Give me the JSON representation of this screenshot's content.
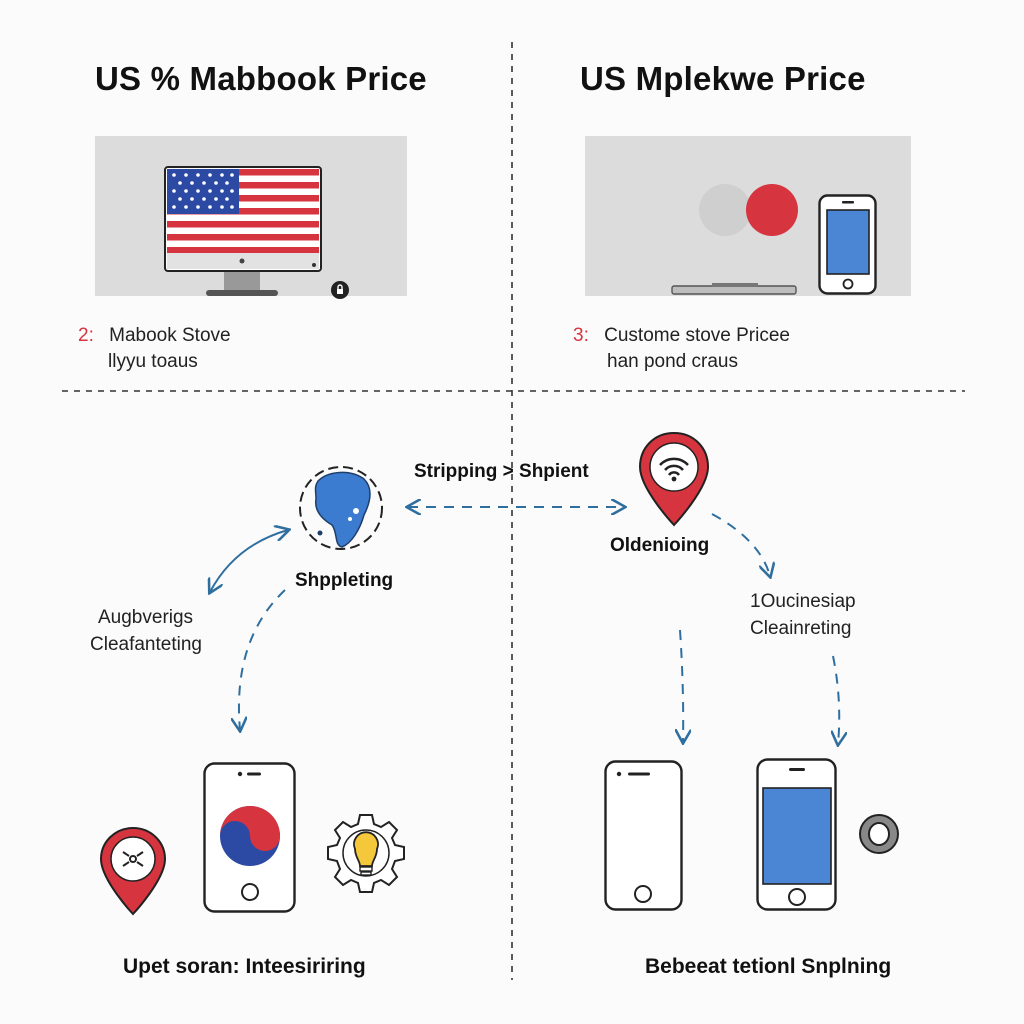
{
  "left": {
    "title": "US % Mabbook Price",
    "note_num": "2:",
    "note_line1": "Mabook Stove",
    "note_line2": "llyyu toaus"
  },
  "right": {
    "title": "US Mplekwe Price",
    "note_num": "3:",
    "note_line1": "Custome stove Pricee",
    "note_line2": "han pond craus"
  },
  "flow": {
    "top_label": "Stripping > Shpient",
    "globe_label": "Shppleting",
    "pin_label": "Oldenioing",
    "left_label_1": "Augbverigs",
    "left_label_2": "Cleafanteting",
    "right_label_1": "1Oucinesiap",
    "right_label_2": "Cleainreting"
  },
  "captions": {
    "left": "Upet soran: Inteesiriring",
    "right": "Bebeeat tetionl Snplning"
  },
  "icons": {
    "monitor": "us-flag-monitor-icon",
    "circles": "circle-pair-icon",
    "phone_top": "smartphone-icon",
    "globe": "globe-icon",
    "pin_wifi": "location-pin-wifi-icon",
    "pin_left": "location-pin-icon",
    "phone_korea": "korea-flag-phone-icon",
    "gear_bulb": "gear-lightbulb-icon",
    "phone_blank": "blank-phone-icon",
    "phone_blue": "blue-screen-phone-icon",
    "ring": "ring-icon"
  },
  "colors": {
    "accent_red": "#d6343f",
    "accent_blue": "#3b7bd0",
    "arrow_blue": "#2f6fa0"
  }
}
